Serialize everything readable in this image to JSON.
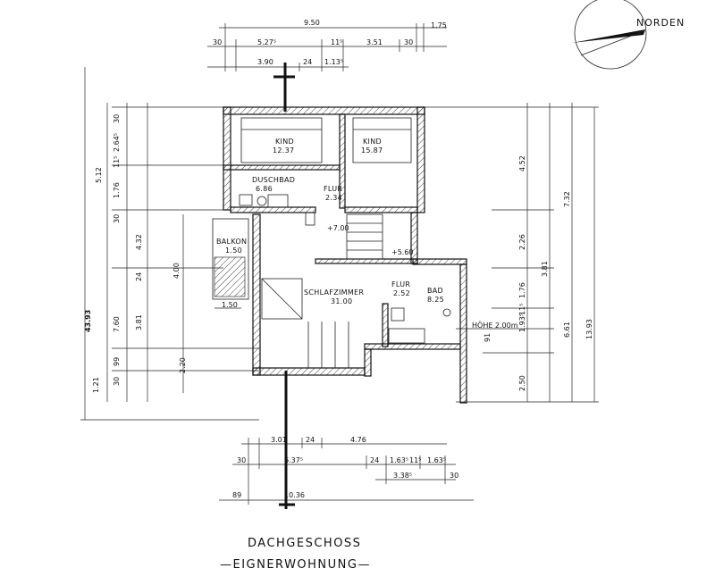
{
  "title": "DACHGESCHOSS",
  "subtitle": "—EIGNERWOHNUNG—",
  "north_label": "NORDEN",
  "rooms": [
    {
      "name": "KIND",
      "area": "12.37"
    },
    {
      "name": "KIND",
      "area": "15.87"
    },
    {
      "name": "DUSCHBAD",
      "area": "6.86"
    },
    {
      "name": "FLUR",
      "area": "2.34"
    },
    {
      "name": "BALKON",
      "area": "1.50"
    },
    {
      "name": "SCHLAFZIMMER",
      "area": "31.00"
    },
    {
      "name": "FLUR",
      "area": "2.52"
    },
    {
      "name": "BAD",
      "area": "8.25"
    }
  ],
  "levels": [
    "+7.00",
    "+5.60"
  ],
  "hoehe_note": "HÖHE 2.00m",
  "dims_top": [
    "9.50",
    "1.75",
    "30",
    "5.27⁵",
    "11⁵",
    "3.51",
    "30",
    "3.90",
    "24",
    "1.13⁵"
  ],
  "dims_bottom": [
    "3.01",
    "24",
    "4.76",
    "30",
    "6.37⁵",
    "24",
    "1.63⁵",
    "11⁵",
    "1.63⁵",
    "3.38⁵",
    "30",
    "89",
    "10.36"
  ],
  "dims_left": [
    "30",
    "2.64⁵",
    "11⁵",
    "1.76",
    "30",
    "5.12",
    "4.32",
    "24",
    "4.00",
    "1.50",
    "3.81",
    "7.60",
    "43.93",
    "99",
    "2.20",
    "30",
    "1.21"
  ],
  "dims_right": [
    "4.52",
    "7.32",
    "2.26",
    "3.81",
    "1.76",
    "1.93⁵",
    "11⁵",
    "6.61",
    "13.93",
    "91",
    "2.50"
  ]
}
